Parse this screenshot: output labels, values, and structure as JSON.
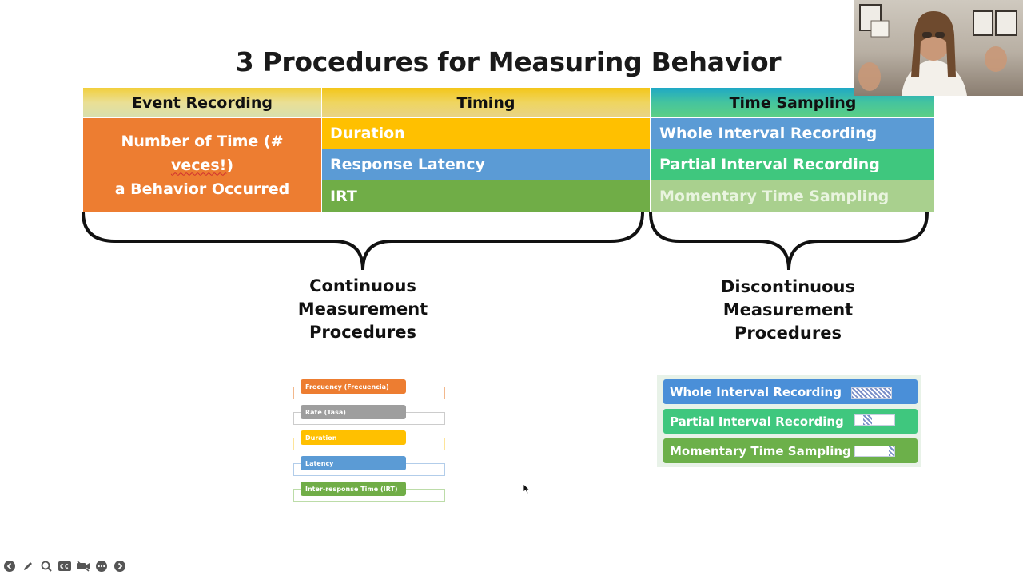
{
  "slide": {
    "title": "3 Procedures for Measuring Behavior",
    "headers": {
      "event": "Event Recording",
      "timing": "Timing",
      "sampling": "Time Sampling"
    },
    "event_body": {
      "line1_prefix": "Number of Time (# ",
      "line1_underlined": "veces!",
      "line1_suffix": ")",
      "line2": "a Behavior Occurred"
    },
    "timing_rows": [
      "Duration",
      "Response Latency",
      "IRT"
    ],
    "sampling_rows": [
      "Whole Interval Recording",
      "Partial Interval Recording",
      "Momentary Time Sampling"
    ],
    "continuous": [
      "Continuous",
      "Measurement",
      "Procedures"
    ],
    "discontinuous": [
      "Discontinuous",
      "Measurement",
      "Procedures"
    ],
    "mini_diagram": [
      "Frecuency  (Frecuencia)",
      "Rate (Tasa)",
      "Duration",
      "Latency",
      "Inter-response Time (IRT)"
    ],
    "sampling_diagram": [
      "Whole Interval Recording",
      "Partial Interval Recording",
      "Momentary Time Sampling"
    ]
  },
  "colors": {
    "orange": "#ed7d31",
    "gold": "#ffc000",
    "blue": "#5b9bd5",
    "green": "#70ad47",
    "teal_green": "#3fc77e",
    "light_green": "#a9d08e",
    "gray": "#9e9e9e"
  },
  "toolbar": [
    "back-icon",
    "pen-icon",
    "zoom-icon",
    "captions-icon",
    "camera-off-icon",
    "more-icon",
    "forward-icon"
  ]
}
